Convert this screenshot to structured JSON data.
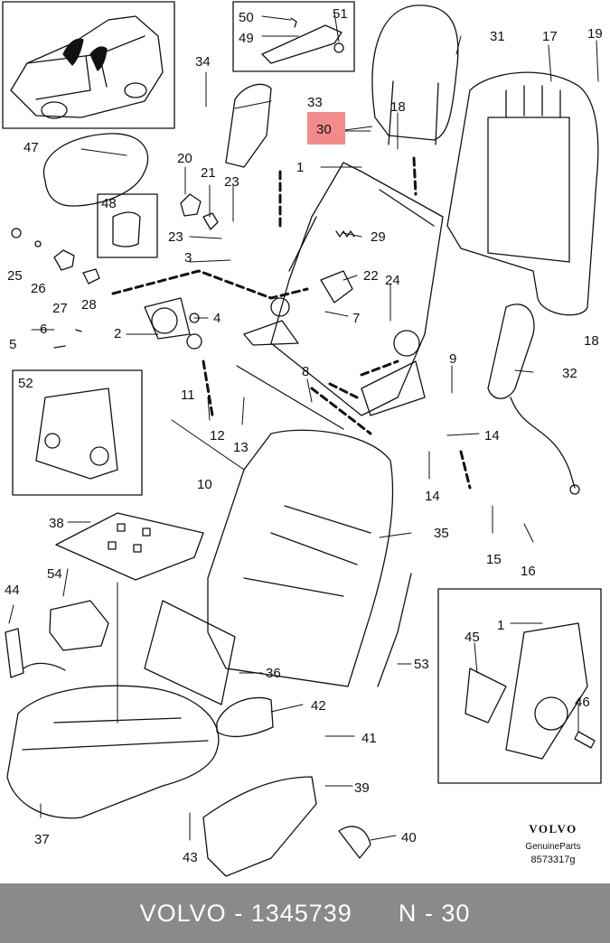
{
  "footer": {
    "brand": "VOLVO",
    "part_number": "1345739",
    "ref": "N - 30"
  },
  "branding": {
    "logo": "VOLVO",
    "genuine": "GenuineParts",
    "code": "8573317g"
  },
  "highlight": {
    "label": "30",
    "color": "#f28b8b"
  },
  "callouts": [
    "1",
    "2",
    "3",
    "4",
    "5",
    "6",
    "7",
    "8",
    "9",
    "10",
    "11",
    "12",
    "13",
    "14",
    "14b",
    "15",
    "16",
    "17",
    "18",
    "18b",
    "19",
    "20",
    "21",
    "22",
    "23",
    "23b",
    "24",
    "25",
    "26",
    "27",
    "28",
    "29",
    "31",
    "32",
    "33",
    "34",
    "35",
    "36",
    "37",
    "38",
    "39",
    "40",
    "41",
    "42",
    "43",
    "44",
    "45",
    "46",
    "47",
    "48",
    "49",
    "50",
    "51",
    "52",
    "53",
    "54",
    "1b"
  ],
  "labels": {
    "1": "1",
    "2": "2",
    "3": "3",
    "4": "4",
    "5": "5",
    "6": "6",
    "7": "7",
    "8": "8",
    "9": "9",
    "10": "10",
    "11": "11",
    "12": "12",
    "13": "13",
    "14": "14",
    "14b": "14",
    "15": "15",
    "16": "16",
    "17": "17",
    "18": "18",
    "18b": "18",
    "19": "19",
    "20": "20",
    "21": "21",
    "22": "22",
    "23": "23",
    "23b": "23",
    "24": "24",
    "25": "25",
    "26": "26",
    "27": "27",
    "28": "28",
    "29": "29",
    "31": "31",
    "32": "32",
    "33": "33",
    "34": "34",
    "35": "35",
    "36": "36",
    "37": "37",
    "38": "38",
    "39": "39",
    "40": "40",
    "41": "41",
    "42": "42",
    "43": "43",
    "44": "44",
    "45": "45",
    "46": "46",
    "47": "47",
    "48": "48",
    "49": "49",
    "50": "50",
    "51": "51",
    "52": "52",
    "53": "53",
    "54": "54",
    "1b": "1"
  }
}
